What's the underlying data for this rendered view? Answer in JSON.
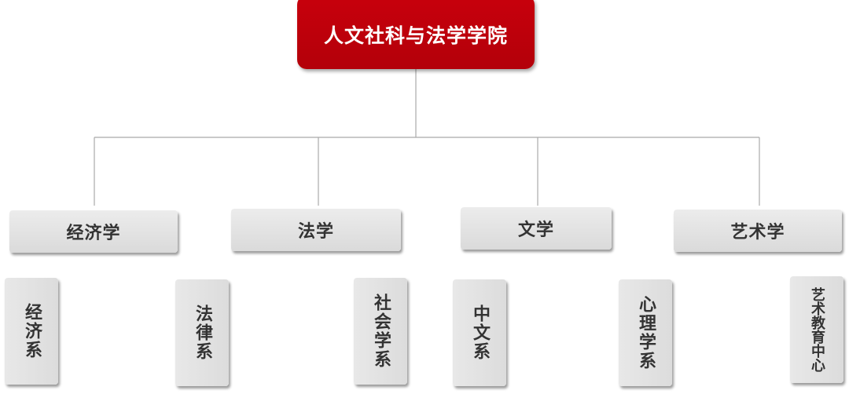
{
  "root": {
    "label": "人文社科与法学学院"
  },
  "departments": [
    {
      "label": "经济学"
    },
    {
      "label": "法学"
    },
    {
      "label": "文学"
    },
    {
      "label": "艺术学"
    }
  ],
  "units": [
    {
      "label": "经济系"
    },
    {
      "label": "法律系"
    },
    {
      "label": "社会学系"
    },
    {
      "label": "中文系"
    },
    {
      "label": "心理学系"
    },
    {
      "label": "艺术教育中心"
    }
  ],
  "colors": {
    "root_fill": "#c00010",
    "root_text": "#ffffff",
    "box_fill": "#e2e2e2",
    "box_text": "#333333",
    "connector": "#a9a9a9"
  }
}
